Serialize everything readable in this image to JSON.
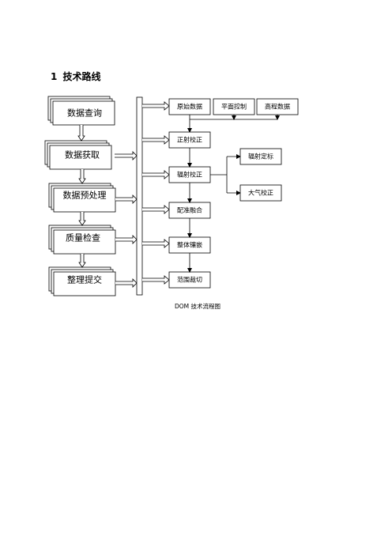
{
  "heading": {
    "number": "1",
    "title": "技术路线"
  },
  "left_steps": [
    "数据查询",
    "数据获取",
    "数据预处理",
    "质量检查",
    "整理提交"
  ],
  "inputs": [
    "原始数据",
    "平面控制",
    "高程数据"
  ],
  "process": [
    "正射校正",
    "辐射校正",
    "配准融合",
    "整体镶嵌",
    "范围裁切"
  ],
  "radiometric": [
    "辐射定标",
    "大气校正"
  ],
  "caption": "DOM 技术流程图"
}
